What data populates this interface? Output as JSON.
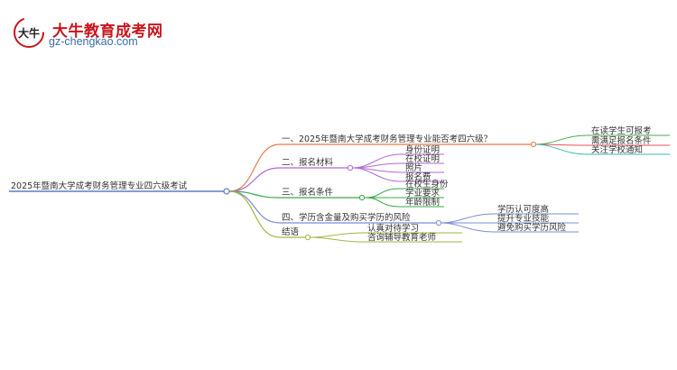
{
  "logo": {
    "title": "大牛教育成考网",
    "url": "gz-chengkao.com",
    "mark_text": "大牛"
  },
  "colors": {
    "branch1": "#e8794a",
    "branch2": "#b06ad0",
    "branch3": "#3aa84a",
    "branch4": "#7b8fd6",
    "branch5": "#9fb640",
    "sub_green": "#4aab4a",
    "sub_red": "#e0525a",
    "sub_teal": "#3bb8a8",
    "root": "#5a7fc0"
  },
  "mindmap": {
    "root": "2025年暨南大学成考财务管理专业四六级考试",
    "branches": [
      {
        "label": "一、2025年暨南大学成考财务管理专业能否考四六级？",
        "children": [
          "在读学生可报考",
          "需满足报名条件",
          "关注学校通知"
        ]
      },
      {
        "label": "二、报名材料",
        "children": [
          "身份证明",
          "在校证明",
          "照片",
          "报名费"
        ]
      },
      {
        "label": "三、报名条件",
        "children": [
          "在校生身份",
          "学业要求",
          "年龄限制"
        ]
      },
      {
        "label": "四、学历含金量及购买学历的风险",
        "children": [
          "学历认可度高",
          "提升专业技能",
          "避免购买学历风险"
        ]
      },
      {
        "label": "结语",
        "children": [
          "认真对待学习",
          "咨询辅导教育老师"
        ]
      }
    ]
  }
}
